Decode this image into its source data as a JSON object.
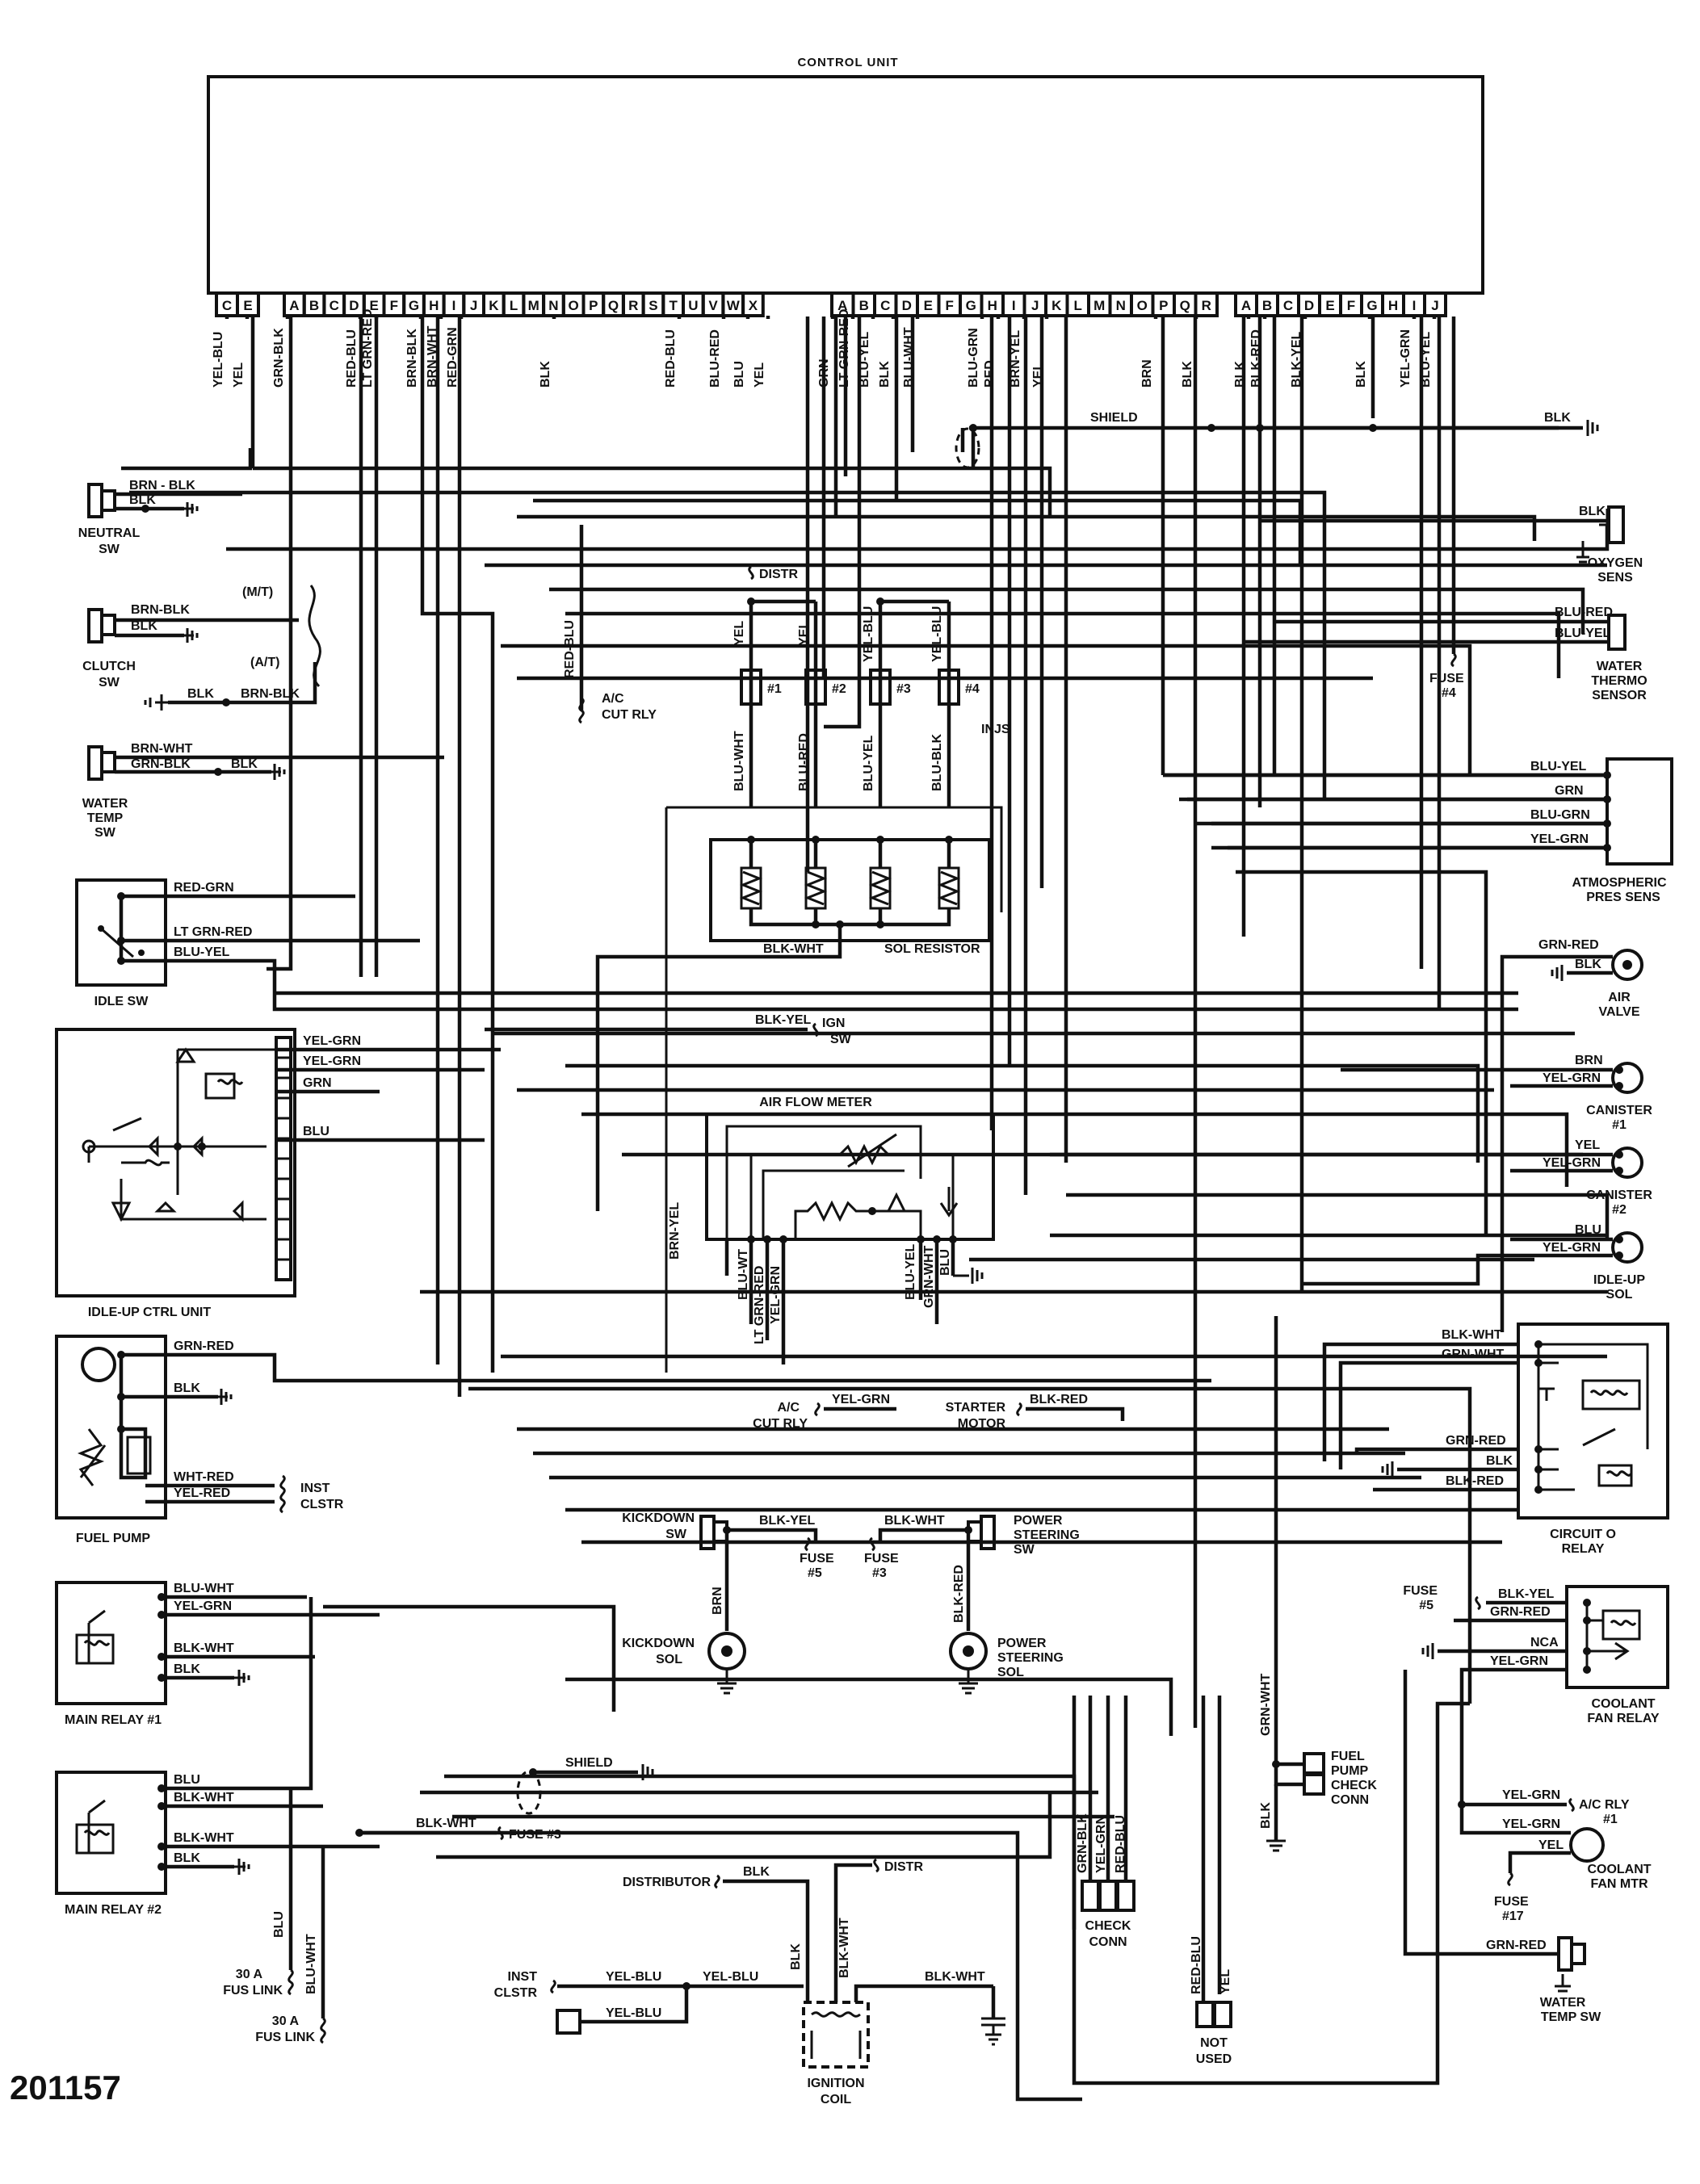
{
  "control_unit": {
    "title": "CONTROL UNIT",
    "pins_group1": [
      "C",
      "E",
      "A",
      "B",
      "C",
      "D",
      "E",
      "F",
      "G",
      "H",
      "I",
      "J",
      "K",
      "L",
      "M",
      "N",
      "O",
      "P",
      "Q",
      "R",
      "S",
      "T",
      "U",
      "V",
      "W",
      "X"
    ],
    "pins_group2": [
      "A",
      "B",
      "C",
      "D",
      "E",
      "F",
      "G",
      "H",
      "I",
      "J",
      "K",
      "L",
      "M",
      "N",
      "O",
      "P",
      "Q",
      "R"
    ],
    "pins_group3": [
      "A",
      "B",
      "C",
      "D",
      "E",
      "F",
      "G",
      "H",
      "I",
      "J"
    ],
    "wire_labels": [
      "YEL-BLU",
      "YEL",
      "GRN-BLK",
      "RED-BLU",
      "LT GRN-RED",
      "BRN-BLK",
      "BRN-WHT",
      "RED-GRN",
      "BLK",
      "RED-BLU",
      "BLU-RED",
      "BLU",
      "YEL",
      "GRN",
      "LT GRN-RED",
      "BLU-YEL",
      "BLK",
      "BLU-WHT",
      "BLU-GRN",
      "RED",
      "BRN-YEL",
      "YEL",
      "BRN",
      "BLK",
      "BLK",
      "BLK-RED",
      "BLK-YEL",
      "BLK",
      "YEL-GRN",
      "BLU-YEL"
    ]
  },
  "components": {
    "neutral_sw": {
      "title": "NEUTRAL SW",
      "wires": [
        "BRN - BLK",
        "BLK"
      ]
    },
    "clutch_sw": {
      "title": "CLUTCH SW",
      "wires": [
        "BRN-BLK",
        "BLK"
      ],
      "mt": "(M/T)",
      "at": "(A/T)"
    },
    "at_wire": {
      "w1": "BLK",
      "w2": "BRN-BLK"
    },
    "water_temp_sw": {
      "title": "WATER TEMP SW",
      "wires": [
        "BRN-WHT",
        "GRN-BLK",
        "BLK"
      ]
    },
    "idle_sw": {
      "title": "IDLE SW",
      "wires": [
        "RED-GRN",
        "LT GRN-RED",
        "BLU-YEL"
      ]
    },
    "idle_up_ctrl": {
      "title": "IDLE-UP CTRL UNIT",
      "wires": [
        "YEL-GRN",
        "YEL-GRN",
        "GRN",
        "BLU"
      ]
    },
    "fuel_pump": {
      "title": "FUEL PUMP",
      "wires": [
        "GRN-RED",
        "BLK",
        "WHT-RED",
        "YEL-RED"
      ],
      "inst": "INST CLSTR"
    },
    "main_relay_1": {
      "title": "MAIN RELAY #1",
      "wires": [
        "BLU-WHT",
        "YEL-GRN",
        "BLK-WHT",
        "BLK"
      ]
    },
    "main_relay_2": {
      "title": "MAIN RELAY #2",
      "wires": [
        "BLU",
        "BLK-WHT",
        "BLK-WHT",
        "BLK"
      ]
    },
    "fus_link_1": {
      "label": "30 A FUS LINK",
      "wire": "BLU"
    },
    "fus_link_2": {
      "label": "30 A FUS LINK",
      "wire": "BLU-WHT"
    },
    "injectors": {
      "title": "INJS",
      "names": [
        "#1",
        "#2",
        "#3",
        "#4"
      ],
      "top_wires": [
        "YEL",
        "YEL",
        "YEL-BLU",
        "YEL-BLU"
      ],
      "bottom_wires": [
        "BLU-WHT",
        "BLU-RED",
        "BLU-YEL",
        "BLU-BLK"
      ]
    },
    "sol_resistor": {
      "title": "SOL RESISTOR",
      "wire": "BLK-WHT"
    },
    "distr_tag": "DISTR",
    "ac_cut_rly_1": {
      "title": "A/C CUT RLY",
      "wire": "RED-BLU"
    },
    "ign_sw": {
      "title": "IGN SW",
      "wire": "BLK-YEL"
    },
    "air_flow_meter": {
      "title": "AIR FLOW METER",
      "wires": [
        "BRN-YEL",
        "BLU-WT",
        "LT GRN-RED",
        "YEL-GRN",
        "BLU-YEL",
        "GRN-WHT",
        "BLU"
      ]
    },
    "ac_cut_rly_2": {
      "title": "A/C CUT RLY",
      "wire": "YEL-GRN"
    },
    "starter_motor": {
      "title": "STARTER MOTOR",
      "wire": "BLK-RED"
    },
    "kickdown_sw": {
      "title": "KICKDOWN SW",
      "wire": "BLK-YEL",
      "fuse": "FUSE #5"
    },
    "power_steering_sw": {
      "title": "POWER STEERING SW",
      "wire": "BLK-WHT",
      "fuse": "FUSE #3"
    },
    "kickdown_sol": {
      "title": "KICKDOWN SOL",
      "wire": "BRN"
    },
    "power_steering_sol": {
      "title": "POWER STEERING SOL",
      "wire": "BLK-RED"
    },
    "shield_top": "SHIELD",
    "shield_bottom": "SHIELD",
    "fuse3_bus": {
      "wire": "BLK-WHT",
      "fuse": "FUSE #3"
    },
    "distributor": {
      "title": "DISTRIBUTOR",
      "wire": "BLK",
      "tag": "DISTR"
    },
    "inst_clstr_bottom": {
      "title": "INST CLSTR",
      "wires": [
        "YEL-BLU",
        "YEL-BLU",
        "YEL-BLU"
      ]
    },
    "ignition_coil": {
      "title": "IGNITION COIL",
      "wires": [
        "BLK",
        "BLK-WHT",
        "BLK-WHT"
      ]
    },
    "check_conn": {
      "title": "CHECK CONN",
      "wires": [
        "GRN-BLK",
        "YEL-GRN",
        "RED-BLU"
      ]
    },
    "not_used": {
      "title": "NOT USED",
      "wires": [
        "RED-BLU",
        "YEL"
      ]
    },
    "fuel_pump_check": {
      "title": "FUEL PUMP CHECK CONN",
      "wires": [
        "GRN-WHT",
        "BLK"
      ]
    },
    "top_gnd": "BLK",
    "oxygen_sens": {
      "title": "OXYGEN SENS",
      "wire": "BLK"
    },
    "water_thermo": {
      "title": "WATER THERMO SENSOR",
      "wires": [
        "BLU-RED",
        "BLU-YEL"
      ]
    },
    "fuse4": "FUSE #4",
    "atm_pres_sens": {
      "title": "ATMOSPHERIC PRES SENS",
      "wires": [
        "BLU-YEL",
        "GRN",
        "BLU-GRN",
        "YEL-GRN"
      ]
    },
    "air_valve": {
      "title": "AIR VALVE",
      "wires": [
        "GRN-RED",
        "BLK"
      ]
    },
    "canister_1": {
      "title": "CANISTER #1",
      "wires": [
        "BRN",
        "YEL-GRN"
      ]
    },
    "canister_2": {
      "title": "CANISTER #2",
      "wires": [
        "YEL",
        "YEL-GRN"
      ]
    },
    "idle_up_sol": {
      "title": "IDLE-UP SOL",
      "wires": [
        "BLU",
        "YEL-GRN"
      ]
    },
    "circuit_o_relay": {
      "title": "CIRCUIT O RELAY",
      "wires": [
        "BLK-WHT",
        "GRN-WHT",
        "GRN-RED",
        "BLK",
        "BLK-RED"
      ]
    },
    "coolant_fan_relay": {
      "title": "COOLANT FAN RELAY",
      "wires": [
        "BLK-YEL",
        "GRN-RED",
        "NCA",
        "YEL-GRN"
      ],
      "fuse": "FUSE #5"
    },
    "ac_rly_1": {
      "title": "A/C RLY #1",
      "wire": "YEL-GRN"
    },
    "coolant_fan_mtr": {
      "title": "COOLANT FAN MTR",
      "wires": [
        "YEL-GRN",
        "YEL"
      ],
      "fuse": "FUSE #17"
    },
    "water_temp_sw_2": {
      "title": "WATER TEMP SW",
      "wire": "GRN-RED"
    }
  },
  "figure_number": "201157"
}
